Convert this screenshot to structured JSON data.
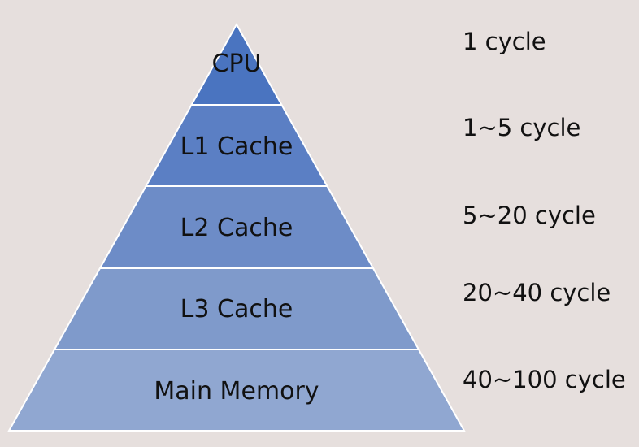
{
  "hierarchy": {
    "levels": [
      {
        "name": "CPU",
        "latency": "1 cycle",
        "fill": "#4a74c0"
      },
      {
        "name": "L1 Cache",
        "latency": "1~5 cycle",
        "fill": "#5b7fc4"
      },
      {
        "name": "L2 Cache",
        "latency": "5~20 cycle",
        "fill": "#6d8cc7"
      },
      {
        "name": "L3 Cache",
        "latency": "20~40 cycle",
        "fill": "#7f9acb"
      },
      {
        "name": "Main Memory",
        "latency": "40~100 cycle",
        "fill": "#90a7d1"
      }
    ],
    "background": "#e6dfdd",
    "divider_color": "#ffffff"
  }
}
